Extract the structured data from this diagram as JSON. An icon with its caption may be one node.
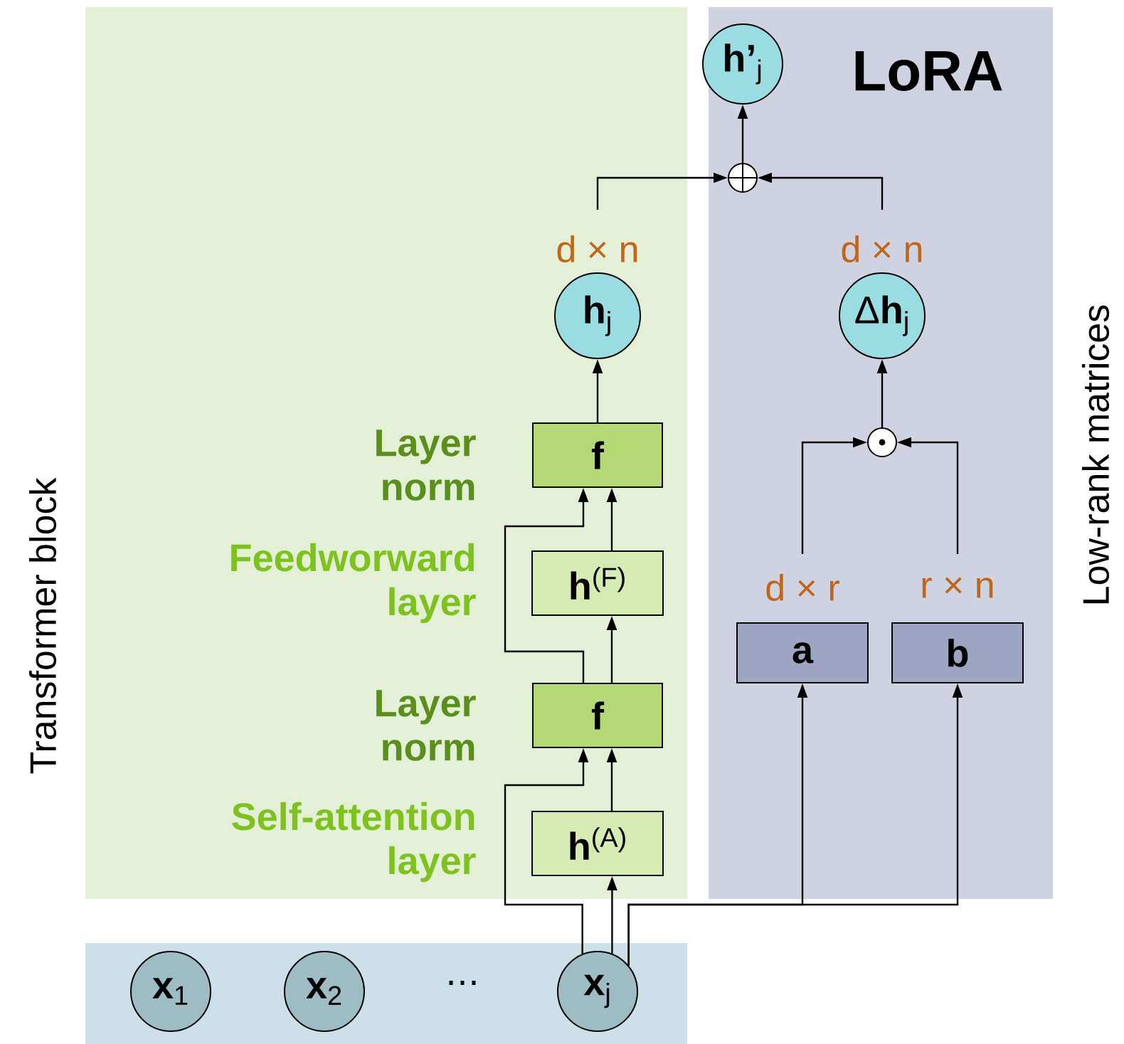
{
  "diagram": {
    "nodes": [
      {
        "text": [
          "Transformer block"
        ]
      },
      {
        "text": [
          "LoRA",
          "Low-rank matrices"
        ]
      },
      {
        "text": [],
        "shape": "box"
      },
      {
        "text": [
          "**x**$_{1}$"
        ],
        "in": 2
      },
      {
        "text": [
          "**x**$_{2}$"
        ],
        "in": 2
      },
      {
        "text": [
          "**x**$_{j}$"
        ],
        "in": 2
      },
      {
        "text": [
          "**h**$^{(A)}$"
        ],
        "in": 0
      },
      {
        "text": [
          "f"
        ],
        "in": 0
      },
      {
        "text": [
          "**h**$^{(F)}$"
        ],
        "in": 0
      },
      {
        "text": [
          "f"
        ],
        "in": 0
      },
      {
        "text": [
          "**h**$_{j}$"
        ],
        "in": 0,
        "beside": [
          "d × n"
        ]
      },
      {
        "text": [
          "a"
        ],
        "in": 1,
        "beside": [
          "d × r"
        ]
      },
      {
        "text": [
          "b"
        ],
        "in": 1,
        "beside": [
          "r × n"
        ]
      },
      {
        "text": [],
        "shape": "circle",
        "in": 1
      },
      {
        "text": [
          "Δ**h**$_{j}$"
        ],
        "in": 1,
        "beside": [
          "d × n"
        ]
      },
      {
        "text": [],
        "shape": "circle",
        "in": 1
      },
      {
        "text": [
          "**h’**$_{j}$"
        ],
        "in": 1
      }
    ],
    "edges": [
      {
        "from": 5,
        "to": 6,
        "arrow": "to"
      },
      {
        "from": 5,
        "to": 7,
        "arrow": "to"
      },
      {
        "from": 5,
        "to": 11,
        "arrow": "to"
      },
      {
        "from": 5,
        "to": 12,
        "arrow": "to"
      },
      {
        "from": 6,
        "to": 7,
        "arrow": "to"
      },
      {
        "from": 7,
        "to": 8,
        "arrow": "to"
      },
      {
        "from": 7,
        "to": 9,
        "arrow": "to"
      },
      {
        "from": 8,
        "to": 9,
        "arrow": "to"
      },
      {
        "from": 9,
        "to": 10,
        "arrow": "to"
      },
      {
        "from": 10,
        "to": 15,
        "arrow": "to"
      },
      {
        "from": 14,
        "to": 15,
        "arrow": "to"
      },
      {
        "from": 11,
        "to": 13,
        "arrow": "to"
      },
      {
        "from": 12,
        "to": 13,
        "arrow": "to"
      },
      {
        "from": 13,
        "to": 14,
        "arrow": "to"
      },
      {
        "from": 15,
        "to": 16,
        "arrow": "to"
      }
    ],
    "labels": [
      "Layer norm",
      "Feedworward layer",
      "Layer norm",
      "Self-attention layer",
      "⋯"
    ]
  }
}
